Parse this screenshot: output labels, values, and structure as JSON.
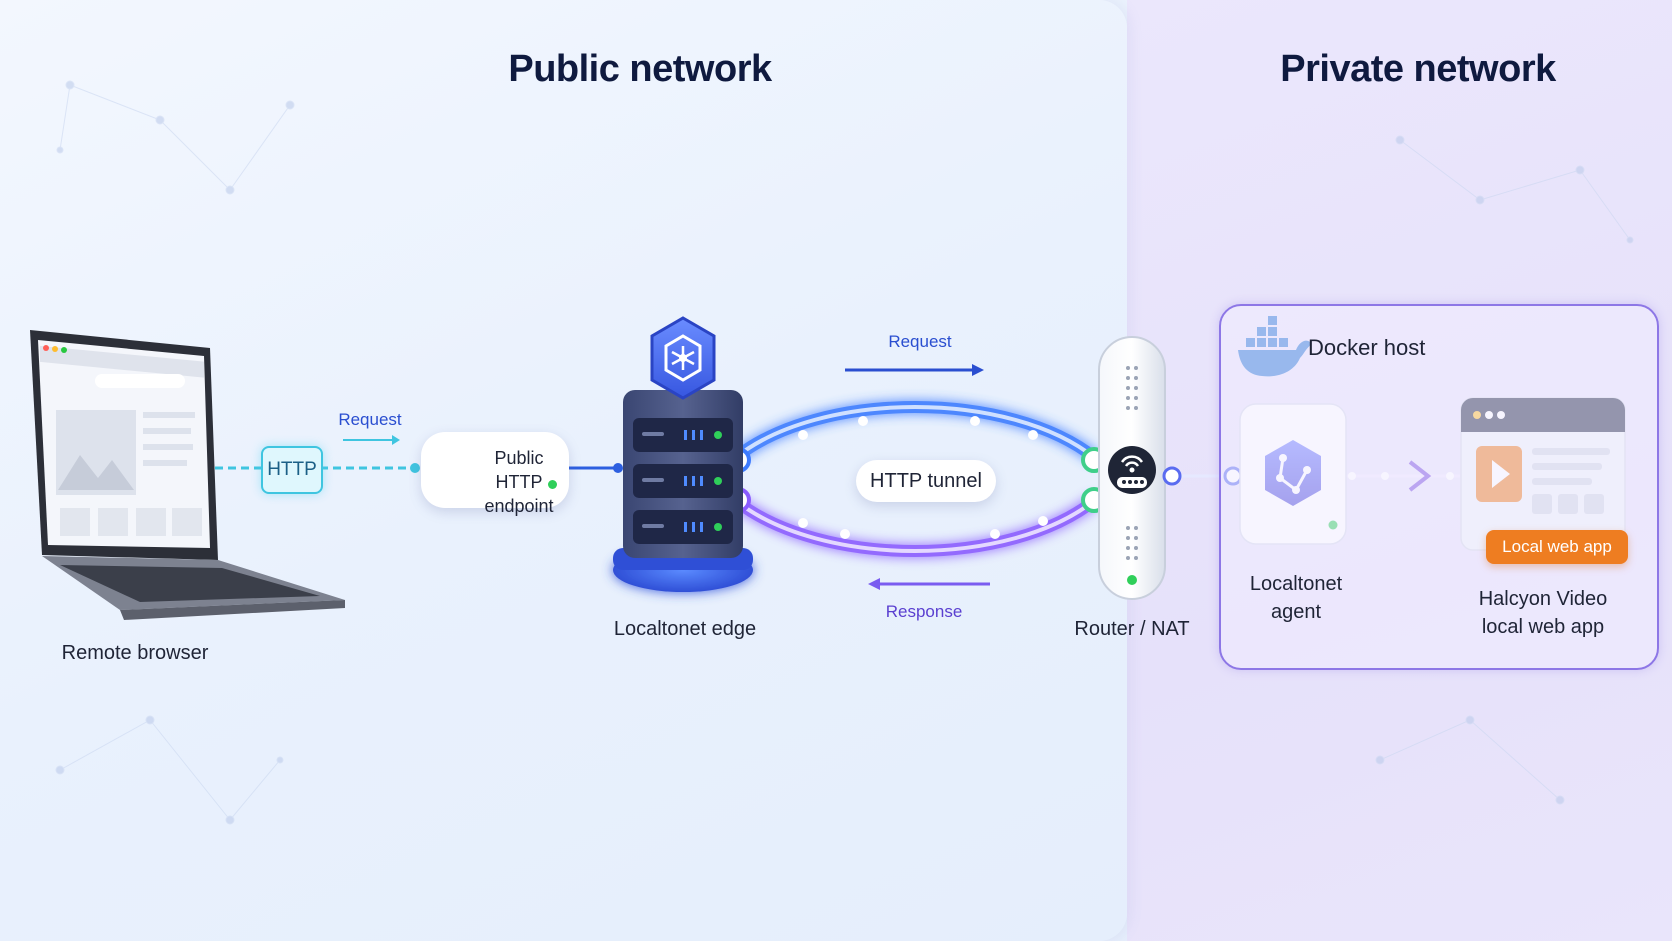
{
  "zones": {
    "public": {
      "title": "Public network"
    },
    "private": {
      "title": "Private network"
    }
  },
  "nodes": {
    "browser": {
      "label": "Remote browser"
    },
    "http_chip": {
      "label": "HTTP"
    },
    "endpoint": {
      "label_line1": "Public HTTP",
      "label_line2": "endpoint"
    },
    "edge": {
      "label": "Localtonet edge"
    },
    "router": {
      "label": "Router / NAT"
    },
    "docker_host": {
      "label": "Docker host"
    },
    "agent": {
      "label_line1": "Localtonet",
      "label_line2": "agent"
    },
    "app": {
      "tag": "Local web app",
      "label_line1": "Halcyon Video",
      "label_line2": "local web app"
    }
  },
  "flows": {
    "browser_request": "Request",
    "tunnel_request": "Request",
    "tunnel_label": "HTTP tunnel",
    "tunnel_response": "Response"
  },
  "colors": {
    "request_blue": "#2a4ed0",
    "response_purple": "#5a3fd0",
    "tunnel_blue": "#3d7bff",
    "tunnel_purple": "#8a5cff",
    "accent_orange": "#ee7d21",
    "status_green": "#2fcf5a"
  },
  "icons": [
    "laptop-icon",
    "globe-icon",
    "server-icon",
    "hexagon-network-icon",
    "router-wifi-icon",
    "docker-whale-icon",
    "agent-hexagon-icon",
    "play-icon"
  ]
}
